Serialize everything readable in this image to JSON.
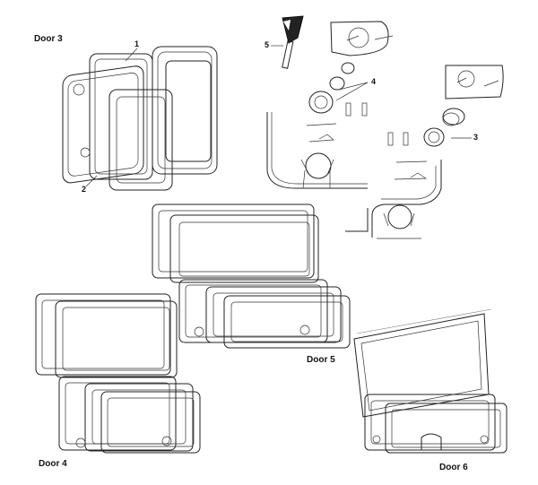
{
  "labels": {
    "door3": "Door 3",
    "door4": "Door 4",
    "door5": "Door 5",
    "door6": "Door 6"
  },
  "callouts": {
    "c1": "1",
    "c2": "2",
    "c3": "3",
    "c4": "4",
    "c5": "5"
  }
}
